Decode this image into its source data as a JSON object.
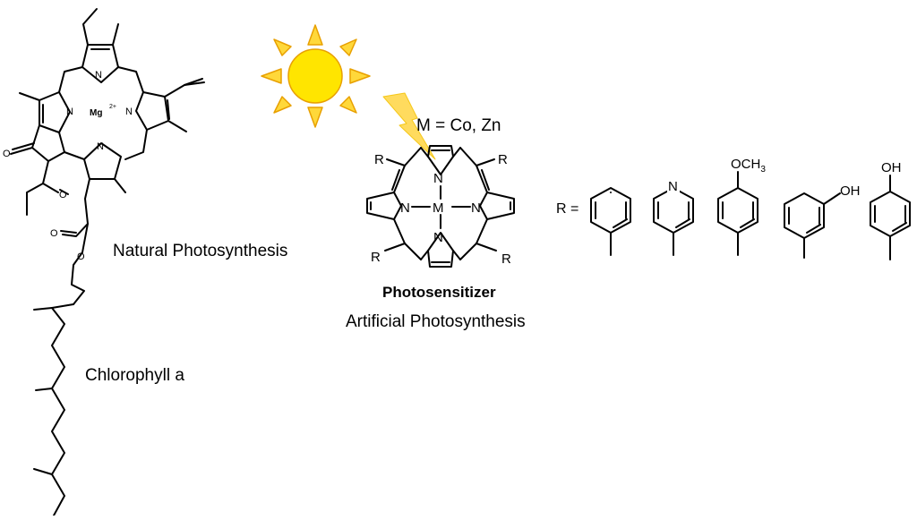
{
  "labels": {
    "natural": "Natural Photosynthesis",
    "chlorophyll": "Chlorophyll  a",
    "metals": "M = Co, Zn",
    "photosensitizer": "Photosensitizer",
    "artificial": "Artificial Photosynthesis",
    "r_equals": "R ="
  },
  "chlorophyll_atoms": {
    "n": "N",
    "n_minus": "N",
    "mg": "Mg",
    "mg_charge": "2+",
    "n_charge": "–",
    "o": "O"
  },
  "porphyrin_atoms": {
    "n": "N",
    "m": "M",
    "r": "R"
  },
  "substituents": {
    "methoxy": "OCH",
    "methoxy_sub": "3",
    "hydroxy": "OH",
    "n": "N"
  },
  "colors": {
    "sun_fill": "#FFE500",
    "sun_ray": "#FFD83A",
    "sun_outline": "#E8A000",
    "bolt": "#FFD84D",
    "line": "#000000"
  },
  "icons": {
    "sun": "sun-icon",
    "light": "lightning-bolt-icon"
  }
}
